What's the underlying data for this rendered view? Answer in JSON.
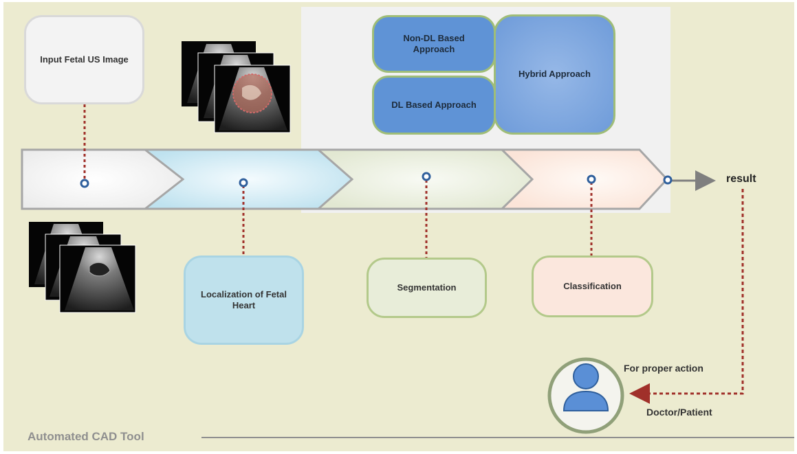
{
  "diagram": {
    "input_label": "Input Fetal US Image",
    "localization_label": "Localization of Fetal Heart",
    "segmentation_label": "Segmentation",
    "classification_label": "Classification",
    "non_dl_label": "Non-DL Based Approach",
    "dl_label": "DL Based Approach",
    "hybrid_label": "Hybrid Approach",
    "result_label": "result",
    "action_label": "For proper action",
    "actor_label": "Doctor/Patient",
    "tool_label": "Automated CAD Tool"
  },
  "colors": {
    "background": "#ecebd0",
    "connector": "#a0302a",
    "node": "#2f5f9c",
    "approach_blue": "#5f93d6",
    "arrow": "#7f7f7f"
  },
  "icons": [
    "user-icon",
    "ultrasound-stack-icon"
  ]
}
